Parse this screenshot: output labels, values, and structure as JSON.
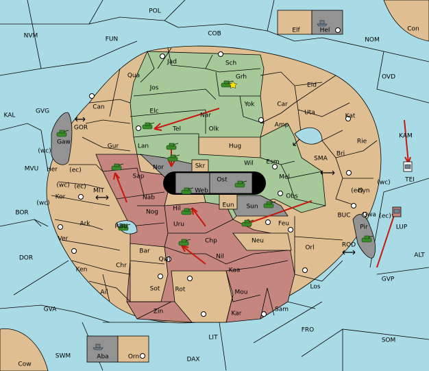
{
  "map": {
    "title": "",
    "colors": {
      "sea": "#a9dbe6",
      "neutral": "#dfbf91",
      "green": "#a7c99a",
      "red": "#c4867f",
      "grey": "#939393",
      "arrow": "#c8180e"
    },
    "sea_labels": [
      "POL",
      "NVM",
      "FUN",
      "COB",
      "NOM",
      "OVD",
      "KAL",
      "GVG",
      "GOR",
      "MVU",
      "BOR",
      "DOR",
      "MIT",
      "RBU",
      "SMA",
      "KAM",
      "BUC",
      "ROD",
      "ALT",
      "GVP",
      "FRO",
      "SOM",
      "GVA",
      "SWM",
      "LIT",
      "DAX"
    ],
    "land_labels": [
      "Con",
      "Elf",
      "Hel",
      "Jad",
      "Sch",
      "Qua",
      "Grh",
      "Jos",
      "Can",
      "Yok",
      "Car",
      "Eld",
      "Elc",
      "Nar",
      "Uta",
      "Kat",
      "Tel",
      "Olk",
      "Amp",
      "Gaw",
      "Gur",
      "Lan",
      "Hug",
      "Rie",
      "Bri",
      "Wil",
      "Esm",
      "Her",
      "(wc)",
      "(ec)",
      "Nor",
      "Skr",
      "Sap",
      "Ost",
      "Mel",
      "TEI",
      "Web",
      "Byn",
      "Kor",
      "Nab",
      "Obs",
      "Eun",
      "Sun",
      "Gwa",
      "Ark",
      "Hil",
      "Nog",
      "Uru",
      "Feu",
      "Pir",
      "Ver",
      "Chp",
      "Neu",
      "Orl",
      "Bar",
      "Qwi",
      "Nil",
      "Ken",
      "Chr",
      "Kaa",
      "Ail",
      "Sot",
      "Rot",
      "Mou",
      "Los",
      "Zin",
      "Kar",
      "Sam",
      "Aba",
      "Orn",
      "Cow",
      "(wc)",
      "(ec)",
      "(wc)",
      "(ec)",
      "(wc)",
      "(ec)"
    ],
    "special_labels": {
      "tei": "TEI",
      "lup": "LUP"
    }
  }
}
